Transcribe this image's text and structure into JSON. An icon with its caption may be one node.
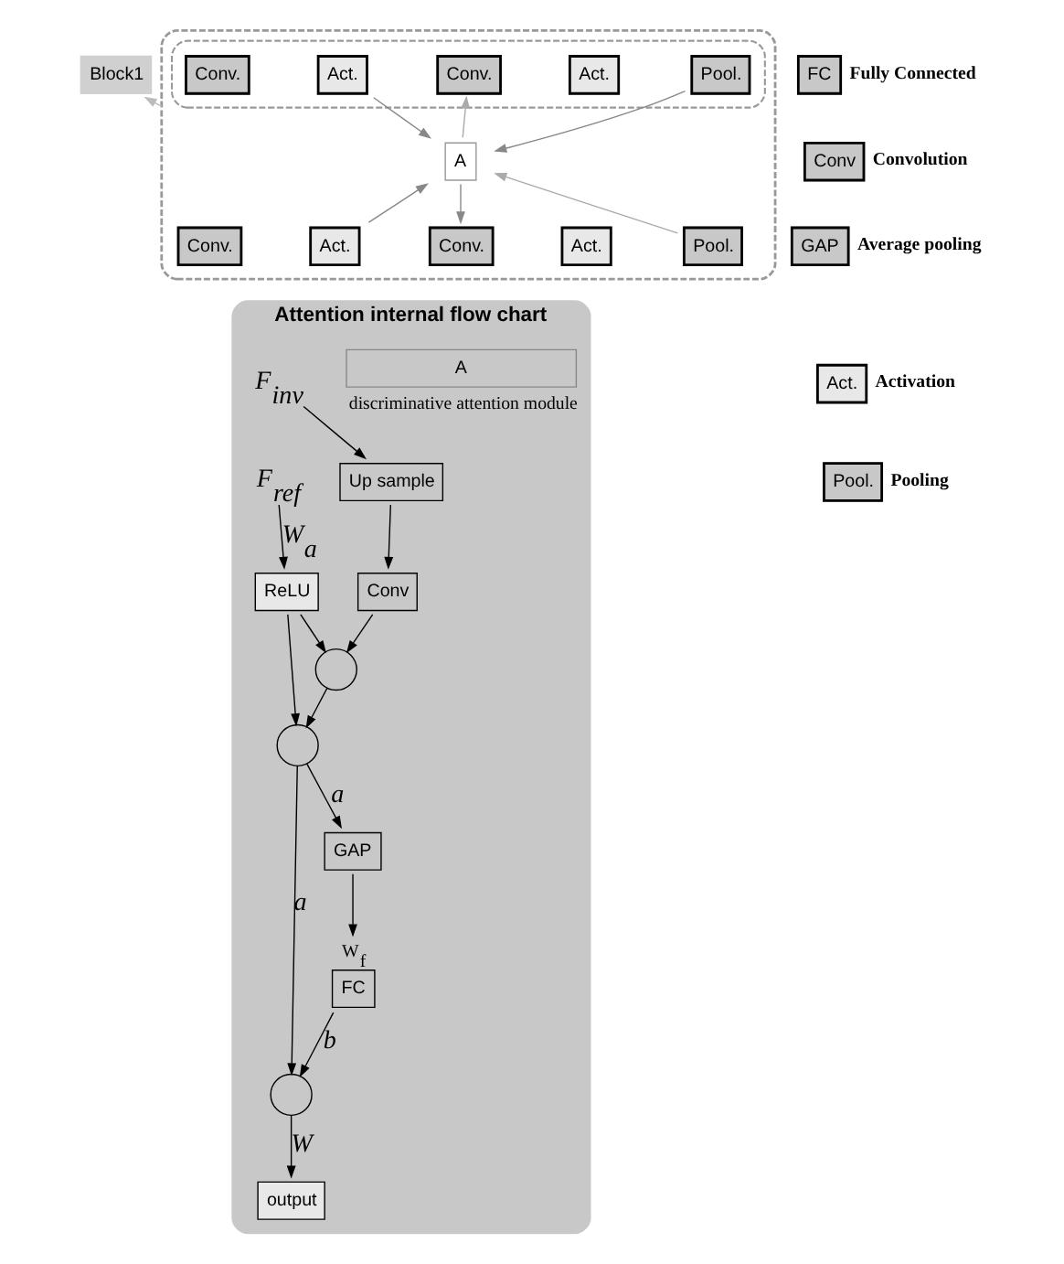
{
  "diagram": {
    "nodes": [
      {
        "text": [
          "Block1"
        ]
      },
      {
        "text": [],
        "shape": "box"
      },
      {
        "text": [],
        "shape": "box",
        "in": 1
      },
      {
        "text": [
          "Conv."
        ],
        "in": 2
      },
      {
        "text": [
          "Act."
        ],
        "in": 2
      },
      {
        "text": [
          "Conv."
        ],
        "in": 2
      },
      {
        "text": [
          "Act."
        ],
        "in": 2
      },
      {
        "text": [
          "Pool."
        ],
        "in": 2
      },
      {
        "text": [
          "A"
        ],
        "in": 1
      },
      {
        "text": [
          "Conv."
        ],
        "in": 1
      },
      {
        "text": [
          "Act."
        ],
        "in": 1
      },
      {
        "text": [
          "Conv."
        ],
        "in": 1
      },
      {
        "text": [
          "Act."
        ],
        "in": 1
      },
      {
        "text": [
          "Pool."
        ],
        "in": 1
      },
      {
        "text": [
          "FC"
        ],
        "beside": [
          "Fully Connected"
        ]
      },
      {
        "text": [
          "Conv"
        ],
        "beside": [
          "Convolution"
        ]
      },
      {
        "text": [
          "GAP"
        ],
        "beside": [
          "Average pooling"
        ]
      },
      {
        "text": [
          "Act."
        ],
        "beside": [
          "Activation"
        ]
      },
      {
        "text": [
          "Pool."
        ],
        "beside": [
          "Pooling"
        ]
      },
      {
        "text": [
          "Attention internal flow chart"
        ]
      },
      {
        "text": [
          "A"
        ],
        "in": 19,
        "beside": [
          "discriminative attention module"
        ]
      },
      {
        "text": [
          "F$_{inv}$"
        ],
        "in": 19
      },
      {
        "text": [
          "Up sample"
        ],
        "in": 19
      },
      {
        "text": [
          "Conv"
        ],
        "in": 19
      },
      {
        "text": [],
        "shape": "circle",
        "in": 19
      },
      {
        "text": [
          "ReLU"
        ],
        "in": 19
      },
      {
        "text": [
          "F$_{ref}$"
        ],
        "in": 19
      },
      {
        "text": [],
        "shape": "circle",
        "in": 19
      },
      {
        "text": [],
        "shape": "circle",
        "in": 19
      },
      {
        "text": [
          "output"
        ],
        "in": 19
      },
      {
        "text": [
          "GAP"
        ],
        "in": 19
      },
      {
        "text": [
          "FC"
        ],
        "in": 19,
        "beside": [
          "W$_{f}$"
        ]
      }
    ],
    "edges": [
      {
        "from": 1,
        "to": 0,
        "arrow": "to",
        "color": "#bbbbbb"
      },
      {
        "from": 4,
        "to": 8,
        "arrow": "to",
        "color": "#888888"
      },
      {
        "from": 8,
        "to": 5,
        "arrow": "to",
        "color": "#aaaaaa"
      },
      {
        "from": 7,
        "to": 8,
        "arrow": "to",
        "color": "#888888"
      },
      {
        "from": 13,
        "to": 8,
        "arrow": "to",
        "color": "#aaaaaa"
      },
      {
        "from": 10,
        "to": 8,
        "arrow": "to",
        "color": "#888888"
      },
      {
        "from": 8,
        "to": 11,
        "arrow": "to",
        "color": "#888888"
      },
      {
        "from": 21,
        "to": 22,
        "arrow": "to"
      },
      {
        "from": 22,
        "to": 23,
        "arrow": "to"
      },
      {
        "from": 23,
        "to": 24,
        "arrow": "to"
      },
      {
        "from": 26,
        "to": 25,
        "arrow": "to",
        "label": "W$_{a}$"
      },
      {
        "from": 25,
        "to": 24,
        "arrow": "to"
      },
      {
        "from": 24,
        "to": 27,
        "arrow": "to"
      },
      {
        "from": 25,
        "to": 27,
        "arrow": "to"
      },
      {
        "from": 27,
        "to": 28,
        "arrow": "to",
        "label": "a"
      },
      {
        "from": 27,
        "to": 30,
        "arrow": "to",
        "label": "a"
      },
      {
        "from": 30,
        "to": 31,
        "arrow": "to"
      },
      {
        "from": 31,
        "to": 28,
        "arrow": "to",
        "label": "b"
      },
      {
        "from": 28,
        "to": 29,
        "arrow": "to",
        "label": "W"
      }
    ]
  }
}
